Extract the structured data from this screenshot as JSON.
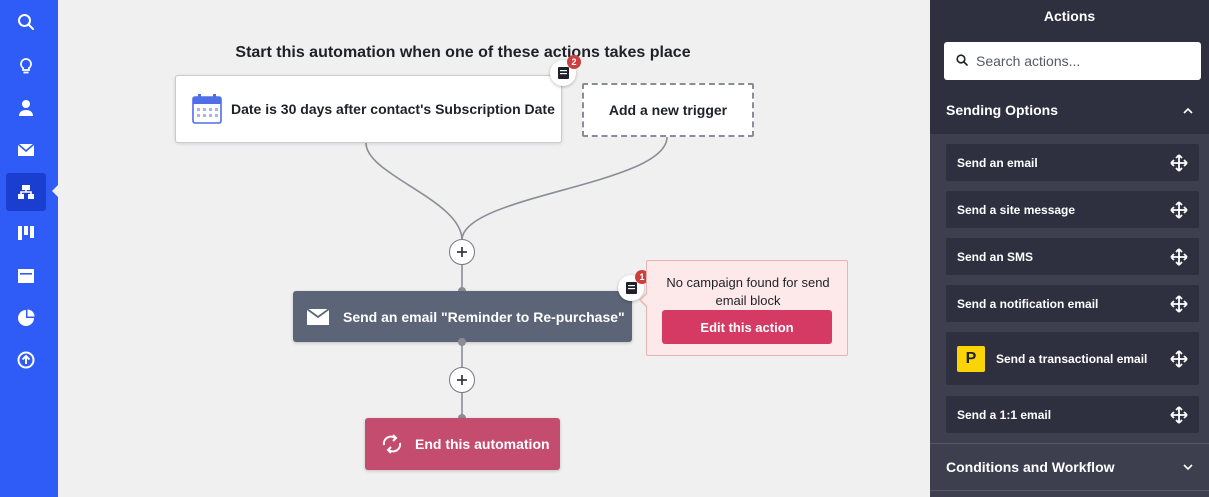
{
  "nav": {
    "items": [
      {
        "icon": "search-icon"
      },
      {
        "icon": "lightbulb-icon"
      },
      {
        "icon": "contacts-icon"
      },
      {
        "icon": "email-icon"
      },
      {
        "icon": "automation-icon",
        "active": true
      },
      {
        "icon": "pipeline-icon"
      },
      {
        "icon": "site-icon"
      },
      {
        "icon": "reports-icon"
      },
      {
        "icon": "upgrade-icon"
      }
    ]
  },
  "canvas": {
    "title": "Start this automation when one of these actions takes place",
    "trigger": {
      "label": "Date is 30 days after contact's Subscription Date",
      "note_count": "2"
    },
    "add_trigger_label": "Add a new trigger",
    "action": {
      "label": "Send an email \"Reminder to Re-purchase\"",
      "note_count": "1"
    },
    "warning": {
      "message": "No campaign found for send email block",
      "button_label": "Edit this action"
    },
    "end_label": "End this automation"
  },
  "panel": {
    "title": "Actions",
    "search_placeholder": "Search actions...",
    "sending_section": "Sending Options",
    "items": [
      {
        "label": "Send an email"
      },
      {
        "label": "Send a site message"
      },
      {
        "label": "Send an SMS"
      },
      {
        "label": "Send a notification email"
      },
      {
        "label": "Send a transactional email",
        "logo": "P"
      },
      {
        "label": "Send a 1:1 email"
      }
    ],
    "conditions_section": "Conditions and Workflow"
  },
  "colors": {
    "nav_bg": "#2f5cf6",
    "action_bg": "#5c6577",
    "end_bg": "#c44d6f",
    "edit_button": "#d43a63",
    "panel_bg": "#3d3f4e"
  }
}
